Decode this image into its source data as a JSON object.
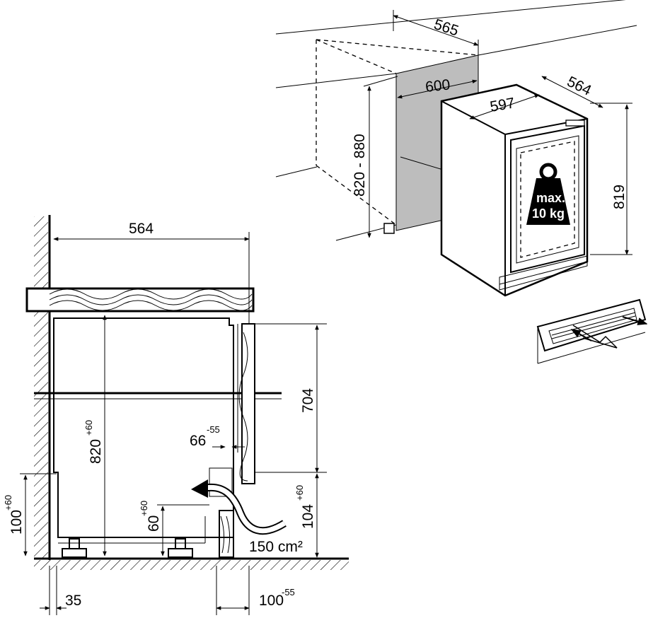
{
  "perspective": {
    "niche_depth": "565",
    "niche_width": "600",
    "niche_height": "820 - 880",
    "appliance_width": "597",
    "appliance_depth": "564",
    "appliance_height": "819",
    "load_max_line1": "max.",
    "load_max_line2": "10 kg"
  },
  "side_view": {
    "depth_top": "564",
    "door_height": "704",
    "niche_height": "820",
    "niche_height_tol": "+60",
    "door_offset": "66",
    "door_offset_tol": "-55",
    "plinth_height": "104",
    "plinth_height_tol": "+60",
    "foot_height": "60",
    "foot_height_tol": "+60",
    "floor_height": "100",
    "floor_height_tol": "+60",
    "vent_area": "150 cm²",
    "bottom_left": "35",
    "bottom_right": "100",
    "bottom_right_tol": "-55"
  }
}
